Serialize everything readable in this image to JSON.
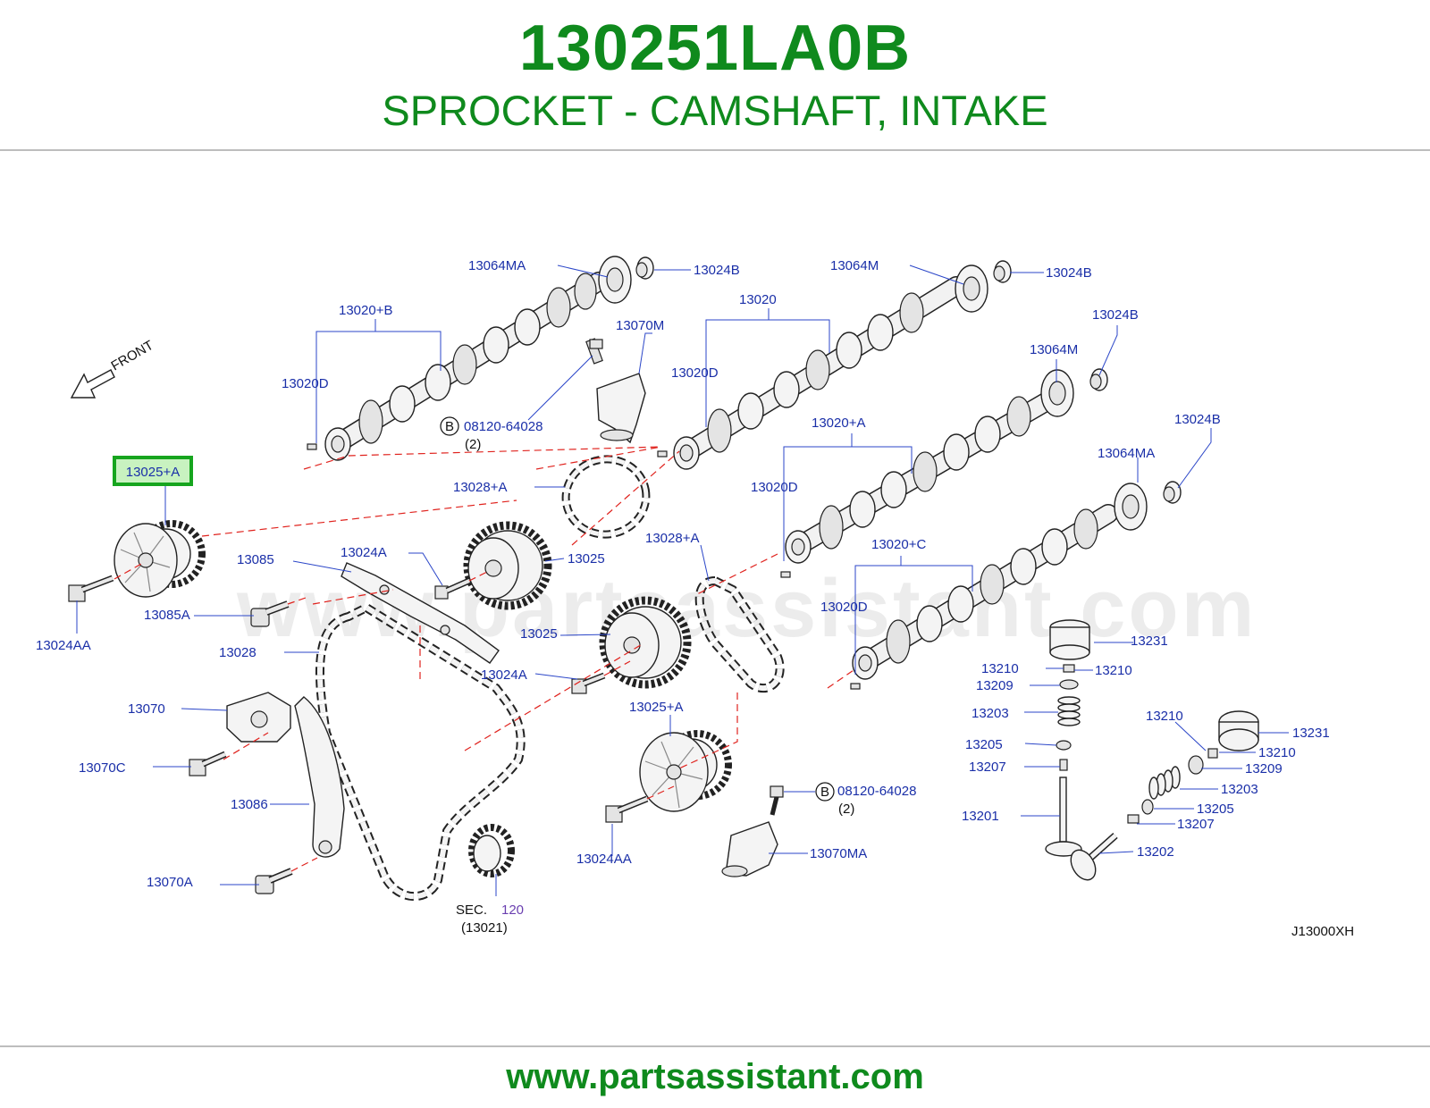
{
  "header": {
    "part_number": "130251LA0B",
    "part_name": "SPROCKET - CAMSHAFT, INTAKE"
  },
  "diagram": {
    "watermark": "www.partsassistant.com",
    "front_label": "FRONT",
    "diagram_code": "J13000XH",
    "highlighted_callout": "13025+A",
    "callouts": [
      "13064MA",
      "13024B",
      "13064M",
      "13024B",
      "13020+B",
      "13020",
      "13070M",
      "13024B",
      "13064M",
      "13020D",
      "13020D",
      "08120-64028",
      "(2)",
      "13020+A",
      "13024B",
      "13028+A",
      "13064MA",
      "13020D",
      "13085",
      "13024A",
      "13025",
      "13028+A",
      "13020+C",
      "13085A",
      "13020D",
      "13024AA",
      "13028",
      "13025",
      "13231",
      "13210",
      "13210",
      "13209",
      "13024A",
      "13070",
      "13203",
      "13025+A",
      "13210",
      "13231",
      "13205",
      "13210",
      "13207",
      "13209",
      "13070C",
      "13203",
      "08120-64028",
      "(2)",
      "13205",
      "13086",
      "13201",
      "13207",
      "13024AA",
      "13070MA",
      "13202",
      "13070A",
      "SEC.",
      "120",
      "(13021)"
    ]
  },
  "footer": {
    "url": "www.partsassistant.com"
  },
  "colors": {
    "brand_green": "#0f8a1d",
    "callout_blue": "#1a2fa8",
    "leader_red": "#e0231e",
    "highlight_green": "#16a51e"
  }
}
